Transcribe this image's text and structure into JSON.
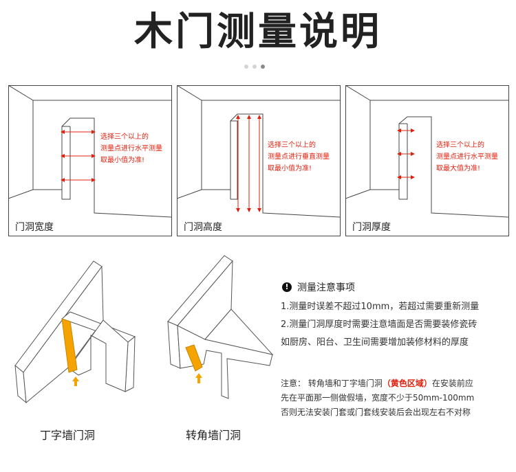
{
  "title": "木门测量说明",
  "panels": [
    {
      "label": "门洞宽度",
      "note": "选择三个以上的\n测量点进行水平测量\n取最小值为准!"
    },
    {
      "label": "门洞高度",
      "note": "选择三个以上的\n测量点进行垂直测量\n取最小值为准!"
    },
    {
      "label": "门洞厚度",
      "note": "选择三个以上的\n测量点进行水平测量\n取最大值为准!"
    }
  ],
  "illustrations": [
    {
      "label": "丁字墙门洞"
    },
    {
      "label": "转角墙门洞"
    }
  ],
  "notes": {
    "warn_icon": "!",
    "title": "测量注意事项",
    "lines": [
      "1.测量时误差不超过10mm，若超过需要重新测量",
      "2.测量门洞厚度时需要注意墙面是否需要装修瓷砖",
      "如厨房、阳台、卫生间需要增加装修材料的厚度"
    ]
  },
  "extra": {
    "prefix": "注意：  转角墙和丁字墙门洞",
    "highlight": "（黄色区域）",
    "suffix": "在安装前应",
    "line2": "先在平面那一侧做假墙，宽度不少于50mm-100mm",
    "line3": "否则无法安装门套或门套线安装后会出现左右不对称"
  },
  "colors": {
    "accent": "#e0200d",
    "highlight_fill": "#f5a300"
  }
}
